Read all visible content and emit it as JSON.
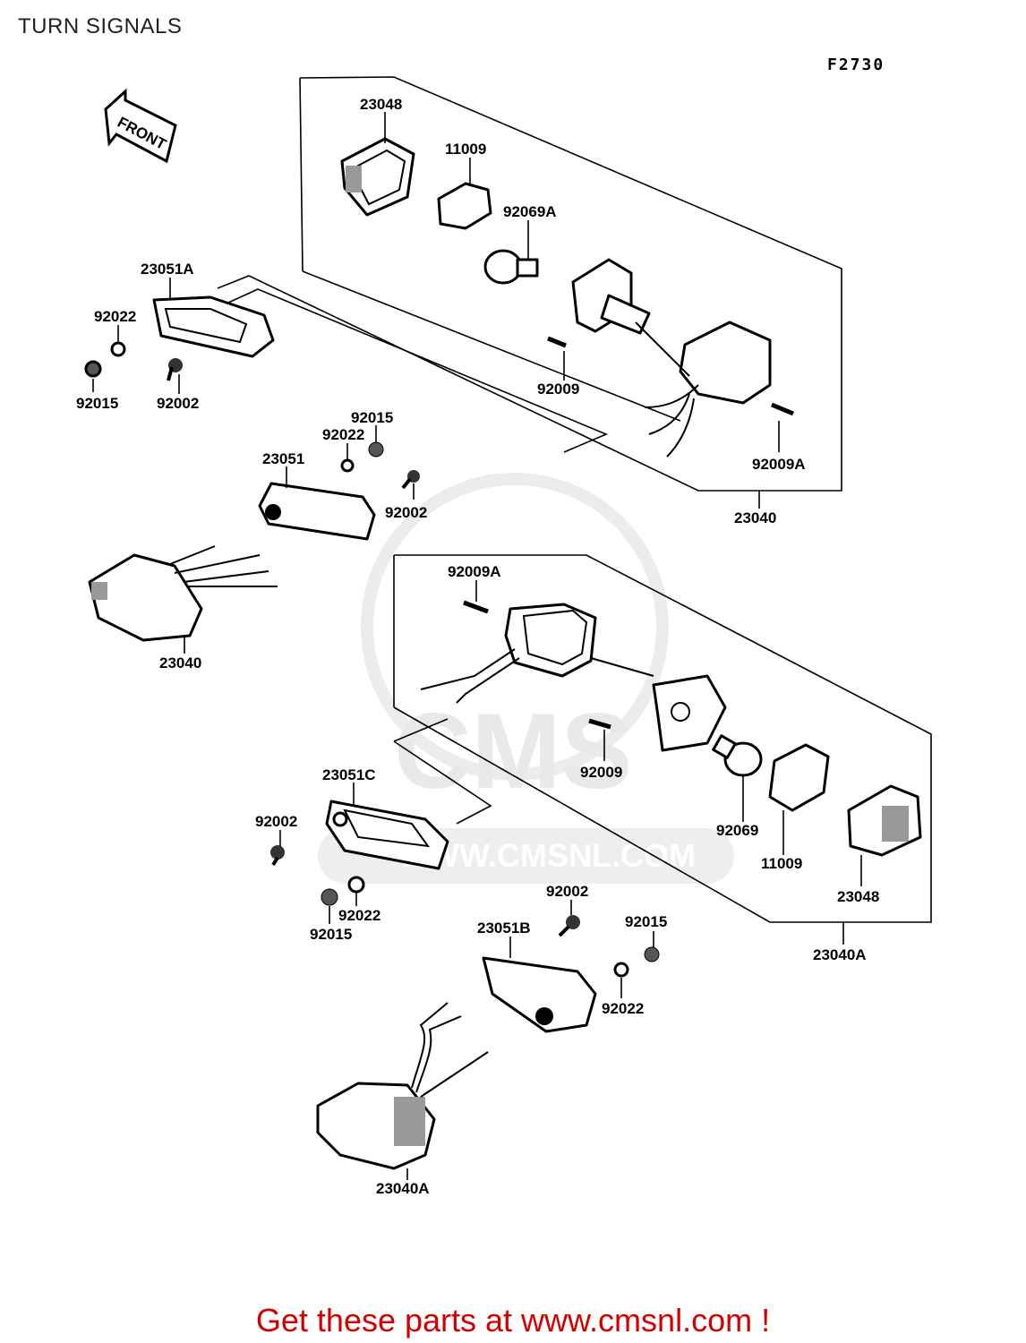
{
  "title": "TURN SIGNALS",
  "figure_code": "F2730",
  "front_arrow_label": "FRONT",
  "watermark": {
    "logo": "CMS",
    "url": "WWW.CMSNL.COM"
  },
  "banner": "Get these parts at www.cmsnl.com !",
  "callouts": {
    "a1": "23048",
    "a2": "11009",
    "a3": "92069A",
    "a4": "92009",
    "a5": "92009A",
    "a6": "23040",
    "b1": "23051A",
    "b2": "92022",
    "b3": "92015",
    "b4": "92002",
    "c1": "92015",
    "c2": "92022",
    "c3": "23051",
    "c4": "92002",
    "c5": "23040",
    "d1": "92009A",
    "d2": "92009",
    "d3": "92069",
    "d4": "11009",
    "d5": "23048",
    "d6": "23040A",
    "e1": "23051C",
    "e2": "92002",
    "e3": "92022",
    "e4": "92015",
    "f1": "92002",
    "f2": "92015",
    "f3": "23051B",
    "f4": "92022",
    "f5": "23040A"
  }
}
